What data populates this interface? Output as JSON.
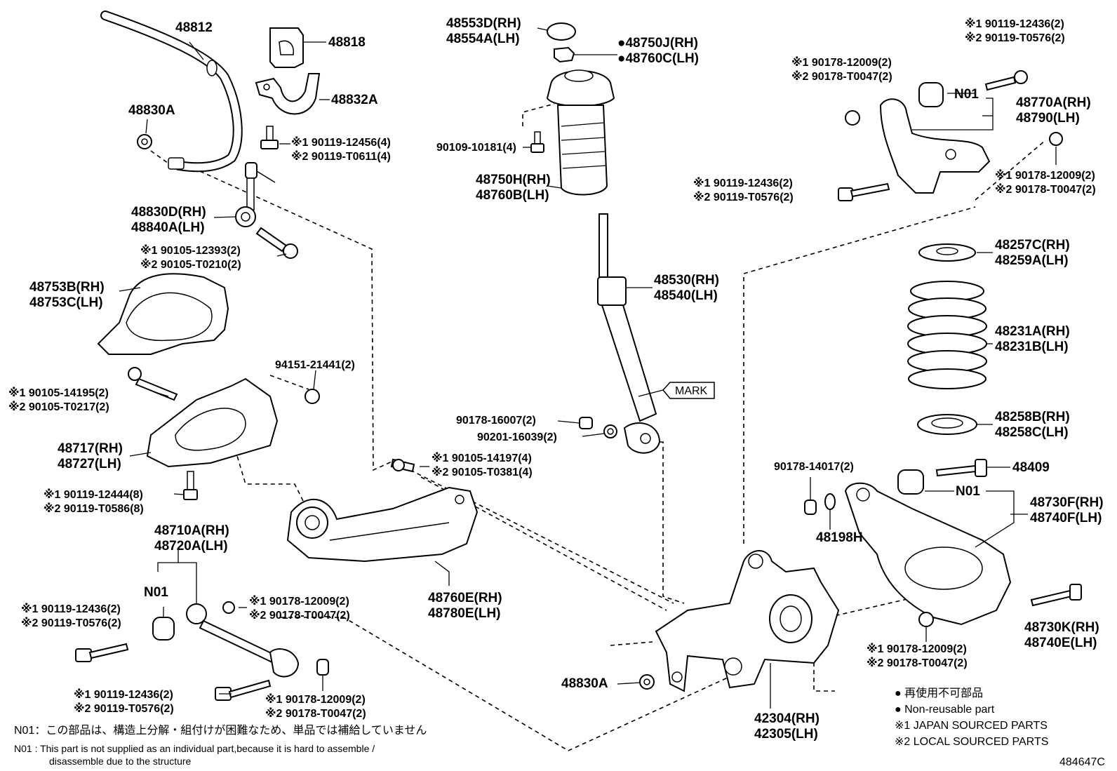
{
  "labels": {
    "p48812": "48812",
    "p48818": "48818",
    "p48832A": "48832A",
    "p48830A_top": "48830A",
    "bolt_a1": "※1 90119-12456(4)",
    "bolt_a2": "※2 90119-T0611(4)",
    "p48830D": "48830D(RH)",
    "p48840A": "48840A(LH)",
    "bolt_b1": "※1 90105-12393(2)",
    "bolt_b2": "※2 90105-T0210(2)",
    "p48753B": "48753B(RH)",
    "p48753C": "48753C(LH)",
    "nut_94151": "94151-21441(2)",
    "bolt_c1": "※1 90105-14195(2)",
    "bolt_c2": "※2 90105-T0217(2)",
    "p48717": "48717(RH)",
    "p48727": "48727(LH)",
    "bolt_d1": "※1 90119-12444(8)",
    "bolt_d2": "※2 90119-T0586(8)",
    "p48710A": "48710A(RH)",
    "p48720A": "48720A(LH)",
    "n01_left": "N01",
    "bolt_e1": "※1 90119-12436(2)",
    "bolt_e2": "※2 90119-T0576(2)",
    "nut_f1": "※1 90178-12009(2)",
    "nut_f2": "※2 90178-T0047(2)",
    "bolt_g1": "※1 90119-12436(2)",
    "bolt_g2": "※2 90119-T0576(2)",
    "nut_h1": "※1 90178-12009(2)",
    "nut_h2": "※2 90178-T0047(2)",
    "p48553D": "48553D(RH)",
    "p48554A": "48554A(LH)",
    "p48750J": "●48750J(RH)",
    "p48760C": "●48760C(LH)",
    "bolt_90109": "90109-10181(4)",
    "p48750H": "48750H(RH)",
    "p48760B": "48760B(LH)",
    "p48530": "48530(RH)",
    "p48540": "48540(LH)",
    "mark": "MARK",
    "nut_90178_16007": "90178-16007(2)",
    "washer_90201": "90201-16039(2)",
    "bolt_i1": "※1 90105-14197(4)",
    "bolt_i2": "※2 90105-T0381(4)",
    "p48760E": "48760E(RH)",
    "p48780E": "48780E(LH)",
    "p48830A_bottom": "48830A",
    "p42304": "42304(RH)",
    "p42305": "42305(LH)",
    "bolt_j1": "※1 90119-12436(2)",
    "bolt_j2": "※2 90119-T0576(2)",
    "nut_k1": "※1 90178-12009(2)",
    "nut_k2": "※2 90178-T0047(2)",
    "n01_upper": "N01",
    "p48770A": "48770A(RH)",
    "p48790": "48790(LH)",
    "bolt_l1": "※1 90119-12436(2)",
    "bolt_l2": "※2 90119-T0576(2)",
    "nut_m1": "※1 90178-12009(2)",
    "nut_m2": "※2 90178-T0047(2)",
    "p48257C": "48257C(RH)",
    "p48259A": "48259A(LH)",
    "p48231A": "48231A(RH)",
    "p48231B": "48231B(LH)",
    "p48258B": "48258B(RH)",
    "p48258C": "48258C(LH)",
    "nut_90178_14017": "90178-14017(2)",
    "p48409": "48409",
    "n01_lower": "N01",
    "p48730F": "48730F(RH)",
    "p48740F": "48740F(LH)",
    "p48198H": "48198H",
    "p48730K": "48730K(RH)",
    "p48740E": "48740E(LH)",
    "nut_n1": "※1 90178-12009(2)",
    "nut_n2": "※2 90178-T0047(2)"
  },
  "legend": {
    "line1": "● 再使用不可部品",
    "line2": "● Non-reusable part",
    "line3": "※1 JAPAN SOURCED PARTS",
    "line4": "※2 LOCAL SOURCED PARTS"
  },
  "notes": {
    "jp": "N01：この部品は、構造上分解・組付けが困難なため、単品では補給していません",
    "en_line1": "N01 : This part is not supplied as an individual part,because it is hard to assemble /",
    "en_line2": "disassemble due to the structure"
  },
  "figure_id": "484647C"
}
